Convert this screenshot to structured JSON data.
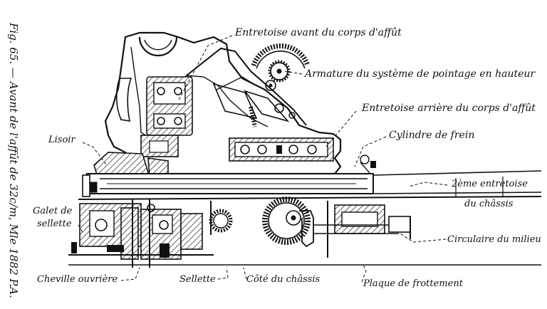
{
  "figure": {
    "caption": "Fig. 65. — Avant de l'affût de 32c/m, Mle 1882 P.A.",
    "labels": {
      "entretoise_avant": "Entretoise avant du corps d'affût",
      "armature_pointage": "Armature du système de pointage en hauteur",
      "entretoise_arriere": "Entretoise arrière du corps d'affût",
      "cylindre_frein": "Cylindre de frein",
      "lisoir": "Lisoir",
      "entretoise_chassis_1": "2ème entretoise",
      "entretoise_chassis_2": "du châssis",
      "galet_1": "Galet de",
      "galet_2": "sellette",
      "circulaire": "Circulaire du milieu",
      "cheville": "Cheville ouvrière",
      "sellette": "Sellette",
      "cote_chassis": "Côté du châssis",
      "plaque": "Plaque de frottement"
    }
  }
}
